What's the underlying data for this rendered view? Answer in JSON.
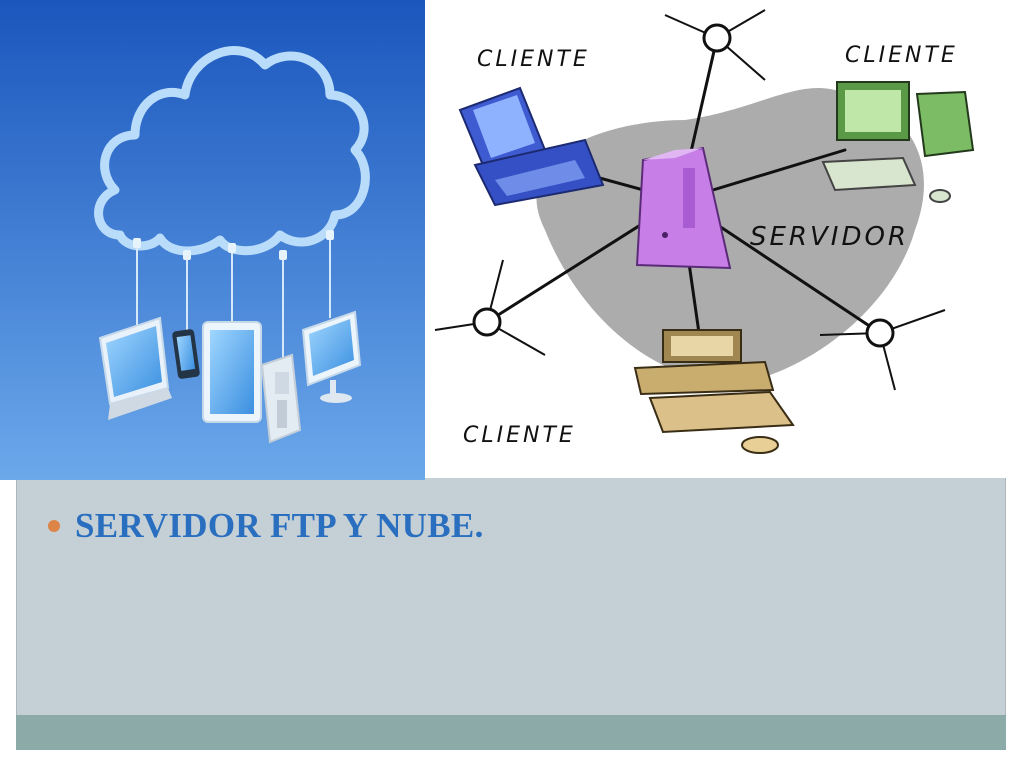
{
  "network_diagram": {
    "client_top_left": "CLIENTE",
    "client_top_right": "CLIENTE",
    "client_bottom": "CLIENTE",
    "server": "SERVIDOR"
  },
  "slide": {
    "bullet_text": "SERVIDOR FTP Y NUBE."
  },
  "colors": {
    "frame": "#c5d0d6",
    "footer_band": "#8caaa7",
    "title_text": "#2a6fbf",
    "bullet": "#dd8447"
  },
  "icons": [
    "cloud-icon",
    "laptop-icon",
    "phone-icon",
    "tablet-icon",
    "desktop-icon",
    "server-tower-icon",
    "computer-icon"
  ]
}
